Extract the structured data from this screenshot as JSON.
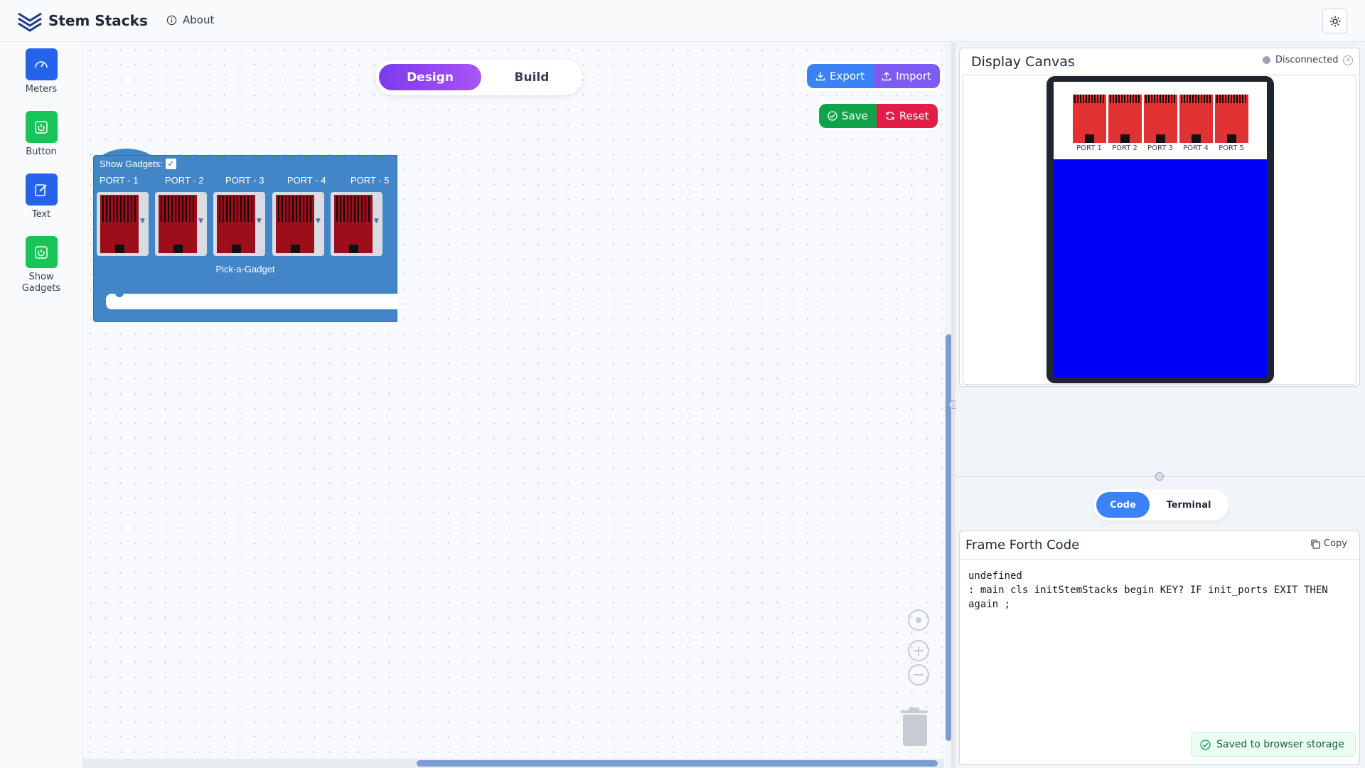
{
  "header": {
    "brand": "Stem Stacks",
    "about_label": "About"
  },
  "toolbox": {
    "items": [
      {
        "label": "Meters",
        "icon": "gauge-icon",
        "color": "#2563eb"
      },
      {
        "label": "Button",
        "icon": "power-icon",
        "color": "#16c457"
      },
      {
        "label": "Text",
        "icon": "edit-icon",
        "color": "#2563eb"
      },
      {
        "label": "Show Gadgets",
        "icon": "power-icon",
        "color": "#16c457"
      }
    ]
  },
  "workspace": {
    "mode_design": "Design",
    "mode_build": "Build",
    "export_label": "Export",
    "import_label": "Import",
    "save_label": "Save",
    "reset_label": "Reset"
  },
  "block": {
    "show_gadgets_label": "Show Gadgets:",
    "show_gadgets_checked": true,
    "ports": [
      "PORT - 1",
      "PORT - 2",
      "PORT - 3",
      "PORT - 4",
      "PORT - 5"
    ],
    "pick_label": "Pick-a-Gadget"
  },
  "display": {
    "title": "Display Canvas",
    "status": "Disconnected",
    "ports": [
      "PORT 1",
      "PORT 2",
      "PORT 3",
      "PORT 4",
      "PORT 5"
    ],
    "screen_color": "#0000f5"
  },
  "tabs": {
    "code": "Code",
    "terminal": "Terminal",
    "active": "Code"
  },
  "code": {
    "title": "Frame Forth Code",
    "copy_label": "Copy",
    "text": "undefined\n: main cls initStemStacks begin KEY? IF init_ports EXIT THEN\nagain ;"
  },
  "toast": {
    "message": "Saved to browser storage"
  }
}
